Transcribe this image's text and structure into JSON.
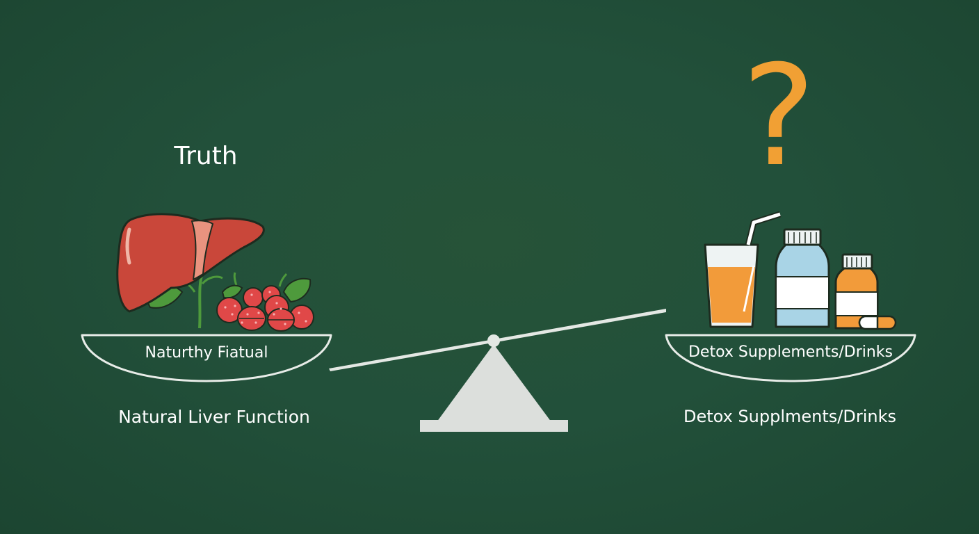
{
  "left": {
    "title": "Truth",
    "pan_label": "Naturthy Fiatual",
    "caption": "Natural Liver Function"
  },
  "right": {
    "symbol": "?",
    "pan_label": "Detox Supplements/Drinks",
    "caption": "Detox Supplments/Drinks"
  },
  "colors": {
    "background": "#22503a",
    "outline": "#e8ece8",
    "liver": "#c9473a",
    "liver_highlight": "#e9937f",
    "berries": "#e04848",
    "leaves": "#4e9a3c",
    "juice": "#f29b3a",
    "bottle": "#a9d4e6",
    "pill_bottle": "#f29b3a",
    "question_mark": "#f1a034",
    "scale_base": "#dcdfdc"
  },
  "icons": {
    "left_pan": [
      "liver-icon",
      "berries-icon",
      "leaf-icon"
    ],
    "right_pan": [
      "juice-glass-icon",
      "supplement-bottle-icon",
      "pill-bottle-icon",
      "capsule-icon"
    ]
  }
}
